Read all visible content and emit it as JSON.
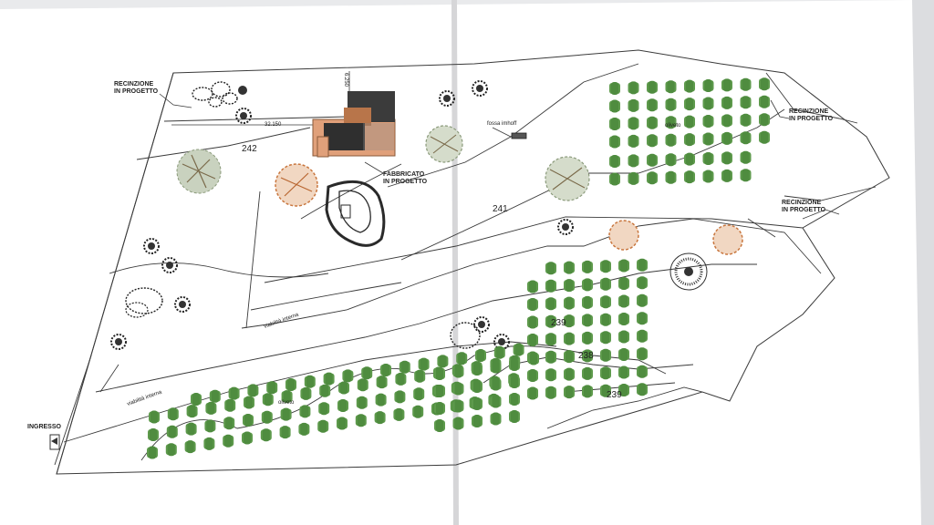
{
  "labels": {
    "recinzione_1_line1": "RECINZIONE",
    "recinzione_1_line2": "IN PROGETTO",
    "recinzione_2_line1": "RECINZIONE",
    "recinzione_2_line2": "IN PROGETTO",
    "recinzione_3_line1": "RECINZIONE",
    "recinzione_3_line2": "IN PROGETTO",
    "fabbricato_line1": "FABBRICATO",
    "fabbricato_line2": "IN PROGETTO",
    "fossa": "fossa imhoff",
    "ingresso": "INGRESSO",
    "viabilita_1": "viabilità interna",
    "viabilita_2": "viabilità interna",
    "oliveto_1": "oliveto",
    "oliveto_2": "oliveto",
    "dim_width": "32.150",
    "dim_height": "6.250",
    "parcel_242": "242",
    "parcel_241": "241",
    "parcel_239a": "239",
    "parcel_238": "238",
    "parcel_239b": "239"
  },
  "colors": {
    "olive_tree": "#5e9a4c",
    "roof_dark": "#3b3b3b",
    "roof_brown": "#b8754a",
    "roof_orange": "#e0a07a",
    "tree_orange": "#c9773f",
    "tree_grey": "#8a9a7a",
    "line": "#3a3a3a"
  }
}
